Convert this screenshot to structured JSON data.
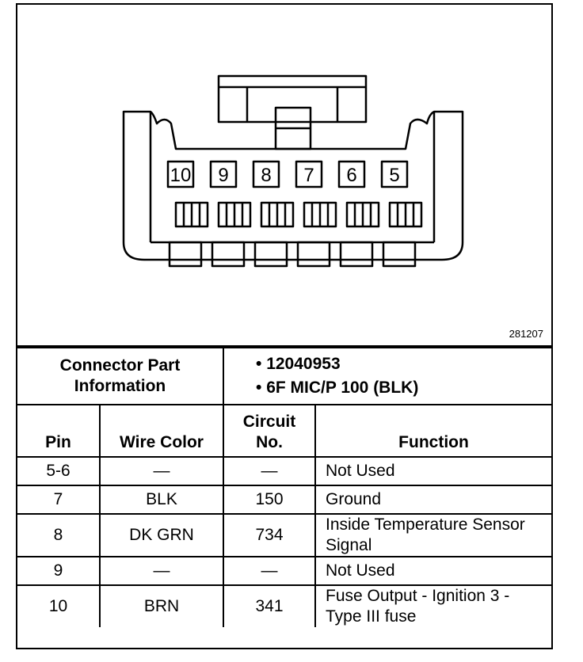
{
  "figure": {
    "number": "281207",
    "pin_labels": [
      "10",
      "9",
      "8",
      "7",
      "6",
      "5"
    ]
  },
  "connector_info": {
    "label_line1": "Connector Part",
    "label_line2": "Information",
    "part_number": "12040953",
    "description": "6F MIC/P 100 (BLK)"
  },
  "table": {
    "headers": {
      "pin": "Pin",
      "wire_color": "Wire Color",
      "circuit_line1": "Circuit",
      "circuit_line2": "No.",
      "function": "Function"
    },
    "rows": [
      {
        "pin": "5-6",
        "wire": "—",
        "circuit": "—",
        "function": "Not Used"
      },
      {
        "pin": "7",
        "wire": "BLK",
        "circuit": "150",
        "function": "Ground"
      },
      {
        "pin": "8",
        "wire": "DK GRN",
        "circuit": "734",
        "function": "Inside Temperature Sensor Signal"
      },
      {
        "pin": "9",
        "wire": "—",
        "circuit": "—",
        "function": "Not Used"
      },
      {
        "pin": "10",
        "wire": "BRN",
        "circuit": "341",
        "function": "Fuse Output - Ignition 3 - Type III fuse"
      }
    ]
  }
}
